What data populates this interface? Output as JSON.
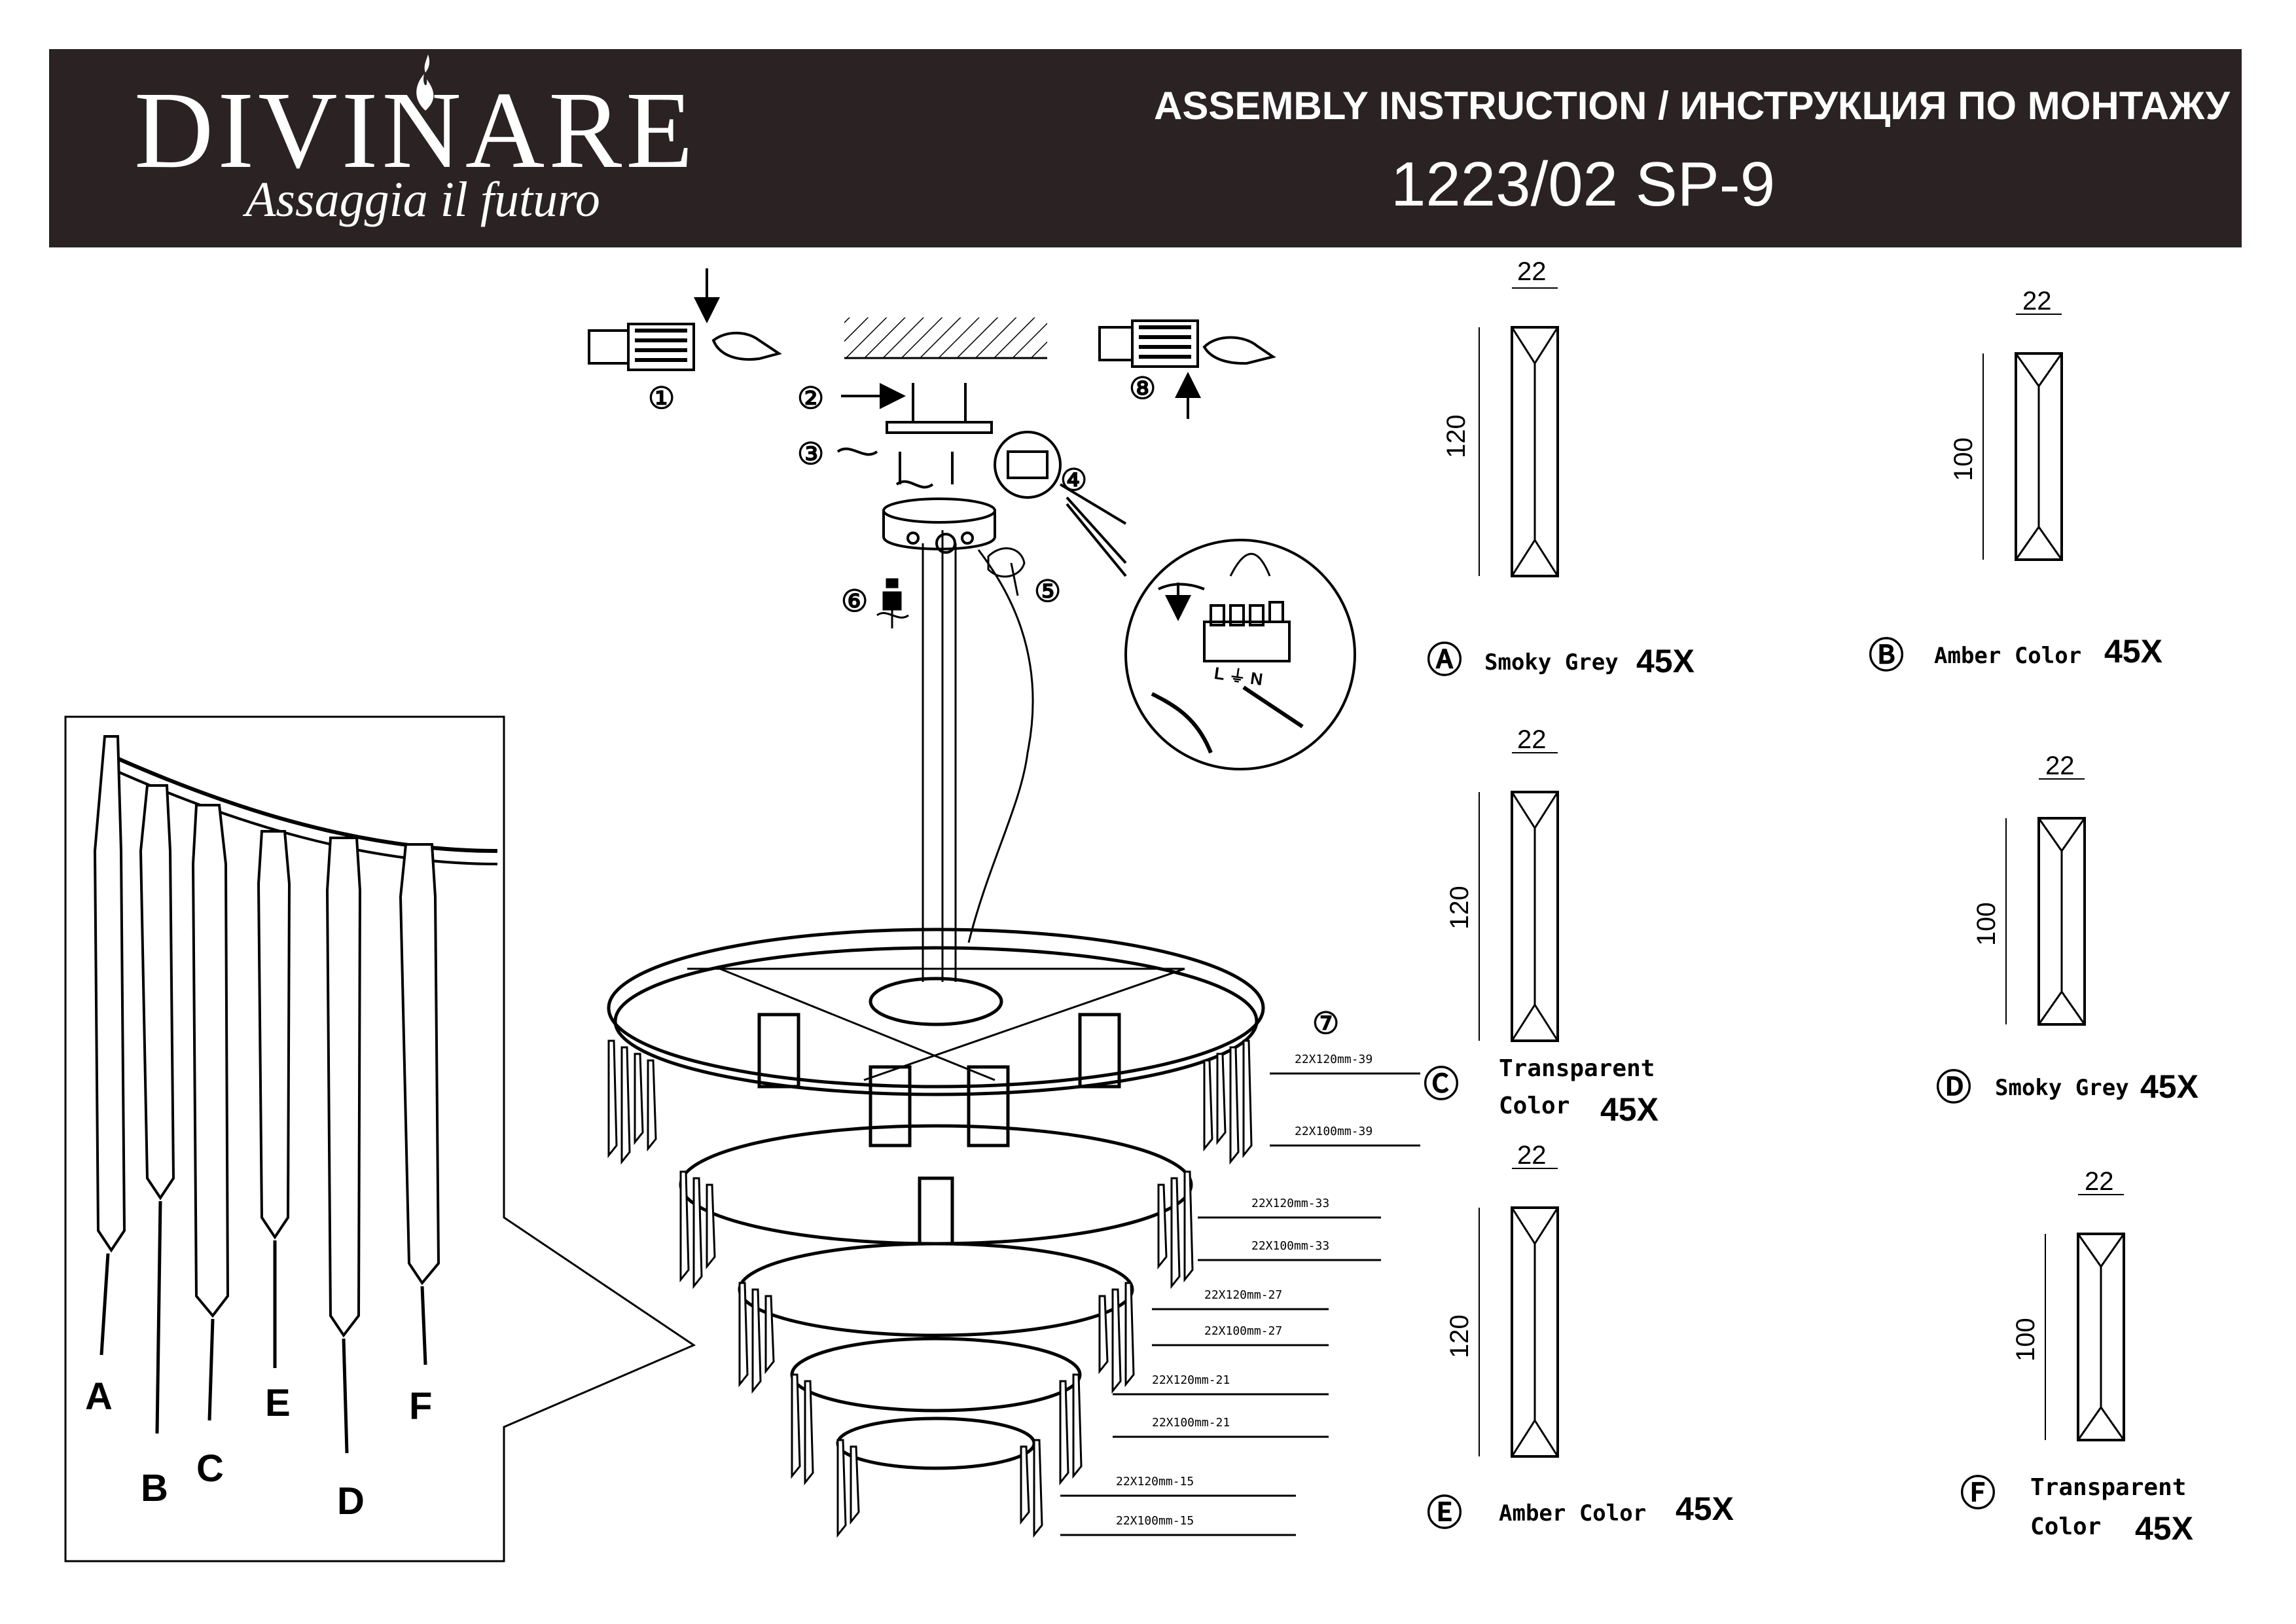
{
  "header": {
    "brand": "DIVINARE",
    "tagline": "Assaggia il futuro",
    "title": "ASSEMBLY INSTRUCTION / ИНСТРУКЦИЯ ПО МОНТАЖУ",
    "model": "1223/02 SP-9"
  },
  "steps": [
    "①",
    "②",
    "③",
    "④",
    "⑤",
    "⑥",
    "⑦",
    "⑧"
  ],
  "detail_letters": [
    "A",
    "B",
    "C",
    "E",
    "D",
    "F"
  ],
  "tier_labels": [
    "22X120mm-39",
    "22X100mm-39",
    "22X120mm-33",
    "22X100mm-33",
    "22X120mm-27",
    "22X100mm-27",
    "22X120mm-21",
    "22X100mm-21",
    "22X120mm-15",
    "22X100mm-15"
  ],
  "crystals": [
    {
      "letter": "Ⓐ",
      "name": "Smoky Grey",
      "name2": "",
      "qty": "45X",
      "width": "22",
      "height": "120"
    },
    {
      "letter": "Ⓑ",
      "name": "Amber Color",
      "name2": "",
      "qty": "45X",
      "width": "22",
      "height": "100"
    },
    {
      "letter": "Ⓒ",
      "name": "Transparent",
      "name2": "Color",
      "qty": "45X",
      "width": "22",
      "height": "120"
    },
    {
      "letter": "Ⓓ",
      "name": "Smoky Grey",
      "name2": "",
      "qty": "45X",
      "width": "22",
      "height": "100"
    },
    {
      "letter": "Ⓔ",
      "name": "Amber Color",
      "name2": "",
      "qty": "45X",
      "width": "22",
      "height": "120"
    },
    {
      "letter": "Ⓕ",
      "name": "Transparent",
      "name2": "Color",
      "qty": "45X",
      "width": "22",
      "height": "100"
    }
  ],
  "connector_marks": "L ⏚ N",
  "colors": {
    "header_bg": "#2a2223",
    "line": "#000000"
  }
}
